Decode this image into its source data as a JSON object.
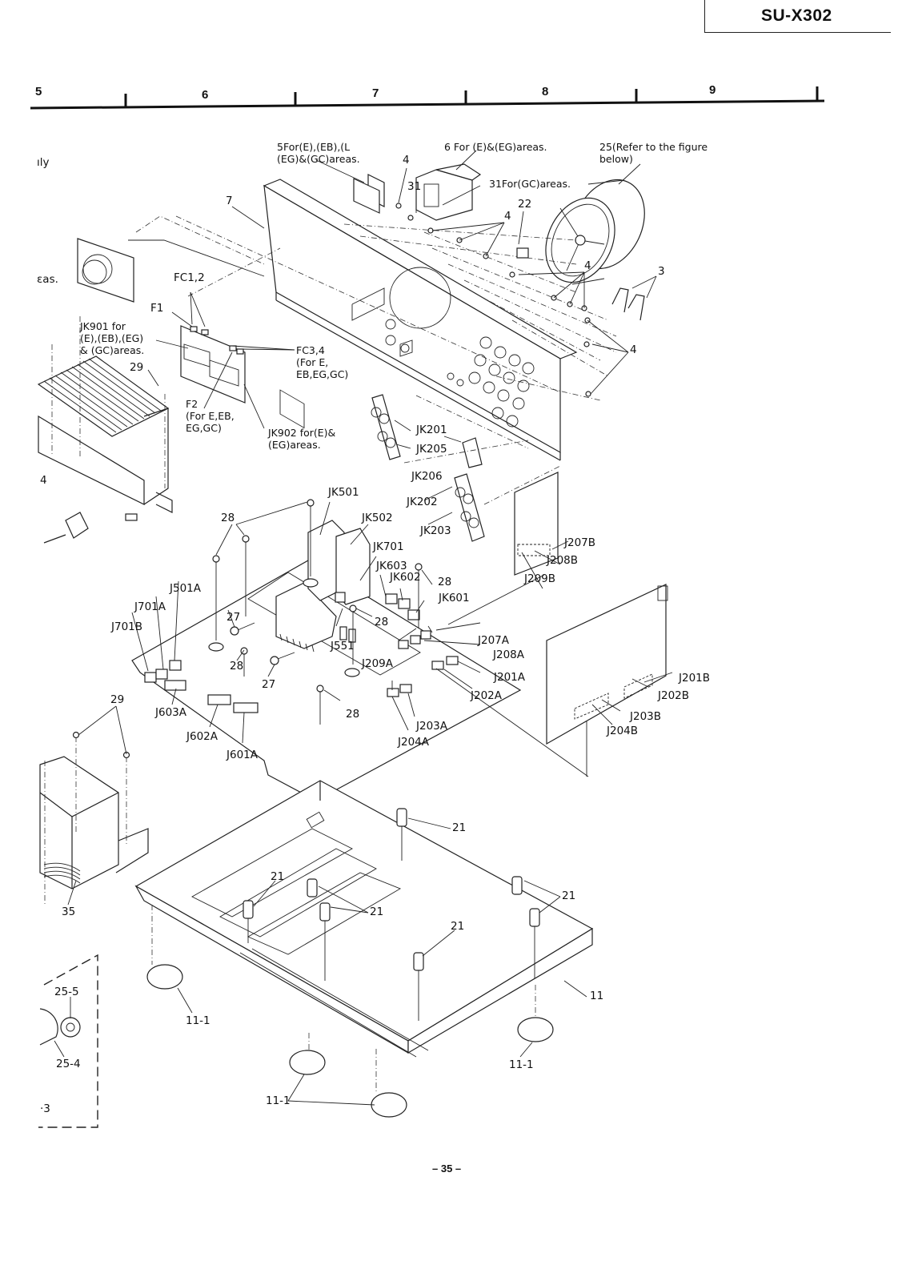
{
  "header": {
    "model": "SU-X302",
    "grid_columns": [
      "5",
      "6",
      "7",
      "8",
      "9"
    ],
    "page_number": "– 35 –"
  },
  "diagram": {
    "type": "exploded-view",
    "callouts": [
      {
        "id": "c5",
        "text": "5For(E),(EB),(L\n(EG)&(GC)areas."
      },
      {
        "id": "c6",
        "text": "6 For (E)&(EG)areas."
      },
      {
        "id": "c25",
        "text": "25(Refer to the figure\nbelow)"
      },
      {
        "id": "c4a",
        "text": "4"
      },
      {
        "id": "c31",
        "text": "31"
      },
      {
        "id": "c31for",
        "text": "31For(GC)areas."
      },
      {
        "id": "c22",
        "text": "22"
      },
      {
        "id": "c7",
        "text": "7"
      },
      {
        "id": "c4b",
        "text": "4"
      },
      {
        "id": "c4c",
        "text": "4"
      },
      {
        "id": "c3",
        "text": "3"
      },
      {
        "id": "c4d",
        "text": "4"
      },
      {
        "id": "cnly",
        "text": "ıly"
      },
      {
        "id": "ceas",
        "text": "ɛas."
      },
      {
        "id": "cfc12",
        "text": "FC1,2"
      },
      {
        "id": "cf1",
        "text": "F1"
      },
      {
        "id": "cjk901",
        "text": "JK901 for\n(E),(EB),(EG)\n& (GC)areas."
      },
      {
        "id": "cfc34",
        "text": "FC3,4\n(For E,\nEB,EG,GC)"
      },
      {
        "id": "c29a",
        "text": "29"
      },
      {
        "id": "cf2",
        "text": "F2\n(For E,EB,\nEG,GC)"
      },
      {
        "id": "cjk902",
        "text": "JK902 for(E)&\n(EG)areas."
      },
      {
        "id": "cjk201",
        "text": "JK201"
      },
      {
        "id": "cjk205",
        "text": "JK205"
      },
      {
        "id": "cjk206",
        "text": "JK206"
      },
      {
        "id": "cjk202",
        "text": "JK202"
      },
      {
        "id": "cjk203",
        "text": "JK203"
      },
      {
        "id": "c4e",
        "text": "4"
      },
      {
        "id": "cjk501",
        "text": "JK501"
      },
      {
        "id": "cjk502",
        "text": "JK502"
      },
      {
        "id": "c28a",
        "text": "28"
      },
      {
        "id": "cjk701",
        "text": "JK701"
      },
      {
        "id": "cjk603",
        "text": "JK603"
      },
      {
        "id": "cjk602",
        "text": "JK602"
      },
      {
        "id": "c28b",
        "text": "28"
      },
      {
        "id": "cjk601",
        "text": "JK601"
      },
      {
        "id": "cj501a",
        "text": "J501A"
      },
      {
        "id": "cj701a",
        "text": "J701A"
      },
      {
        "id": "cj701b",
        "text": "J701B"
      },
      {
        "id": "c27a",
        "text": "27"
      },
      {
        "id": "c28c",
        "text": "28"
      },
      {
        "id": "cj551",
        "text": "J551"
      },
      {
        "id": "cj209a",
        "text": "J209A"
      },
      {
        "id": "cj207a",
        "text": "J207A"
      },
      {
        "id": "cj208a",
        "text": "J208A"
      },
      {
        "id": "c28d",
        "text": "28"
      },
      {
        "id": "c27b",
        "text": "27"
      },
      {
        "id": "cj201a",
        "text": "J201A"
      },
      {
        "id": "cj202a",
        "text": "J202A"
      },
      {
        "id": "c28e",
        "text": "28"
      },
      {
        "id": "cj603a",
        "text": "J603A"
      },
      {
        "id": "cj602a",
        "text": "J602A"
      },
      {
        "id": "cj601a",
        "text": "J601A"
      },
      {
        "id": "cj203a",
        "text": "J203A"
      },
      {
        "id": "cj204a",
        "text": "J204A"
      },
      {
        "id": "cj207b",
        "text": "J207B"
      },
      {
        "id": "cj208b",
        "text": "J208B"
      },
      {
        "id": "cj209b",
        "text": "J209B"
      },
      {
        "id": "cj201b",
        "text": "J201B"
      },
      {
        "id": "cj202b",
        "text": "J202B"
      },
      {
        "id": "cj203b",
        "text": "J203B"
      },
      {
        "id": "cj204b",
        "text": "J204B"
      },
      {
        "id": "c29b",
        "text": "29"
      },
      {
        "id": "c35",
        "text": "35"
      },
      {
        "id": "c21a",
        "text": "21"
      },
      {
        "id": "c21b",
        "text": "21"
      },
      {
        "id": "c21c",
        "text": "21"
      },
      {
        "id": "c21d",
        "text": "21"
      },
      {
        "id": "c21e",
        "text": "21"
      },
      {
        "id": "c11",
        "text": "11"
      },
      {
        "id": "c111a",
        "text": "11-1"
      },
      {
        "id": "c111b",
        "text": "11-1"
      },
      {
        "id": "c111c",
        "text": "11-1"
      },
      {
        "id": "c255",
        "text": "25-5"
      },
      {
        "id": "c254",
        "text": "25-4"
      },
      {
        "id": "c253",
        "text": "·3"
      }
    ]
  }
}
